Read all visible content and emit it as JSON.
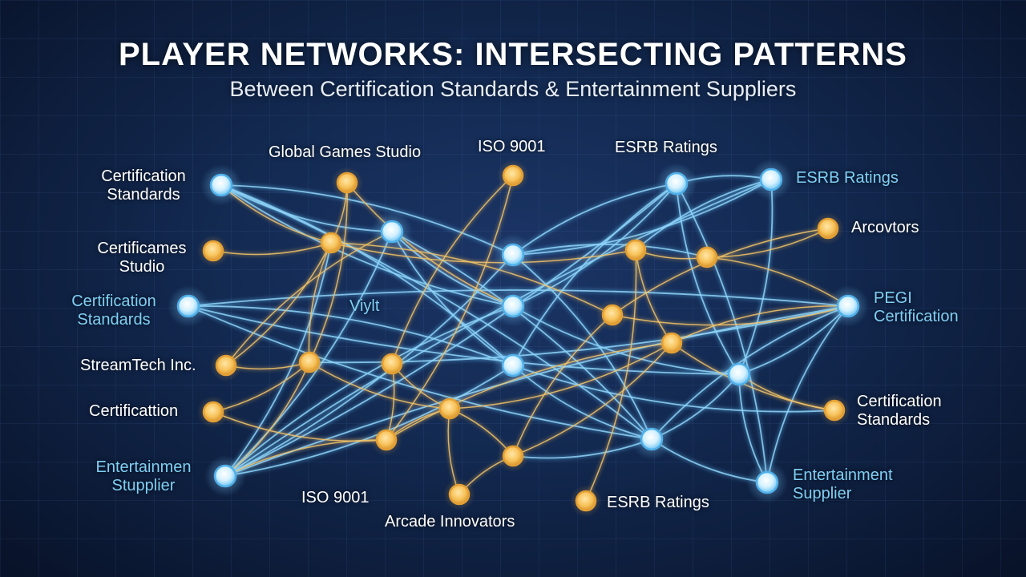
{
  "header": {
    "title": "PLAYER NETWORKS: INTERSECTING PATTERNS",
    "subtitle": "Between Certification Standards & Entertainment Suppliers"
  },
  "colors": {
    "background": "#10234a",
    "blue_node": "#bfe9ff",
    "blue_link": "#5fb8ef",
    "orange_node": "#f7c25a",
    "orange_link": "#e8b457",
    "white_text": "#ffffff",
    "blue_text": "#7fd0f5"
  },
  "labels": [
    {
      "id": "cert-standards-top",
      "text": "Certification\nStandards",
      "color": "white"
    },
    {
      "id": "global-games-studio",
      "text": "Global Games Studio",
      "color": "white"
    },
    {
      "id": "iso-9001-top",
      "text": "ISO 9001",
      "color": "white"
    },
    {
      "id": "esrb-ratings-top",
      "text": "ESRB Ratings",
      "color": "white"
    },
    {
      "id": "esrb-ratings-right",
      "text": "ESRB Ratings",
      "color": "blue"
    },
    {
      "id": "certificames-studio",
      "text": "Certificames\nStudio",
      "color": "white"
    },
    {
      "id": "arcovtors",
      "text": "Arcovtors",
      "color": "white"
    },
    {
      "id": "cert-standards-left-blue",
      "text": "Certification\nStandards",
      "color": "blue"
    },
    {
      "id": "viylt",
      "text": "Viylt",
      "color": "blue"
    },
    {
      "id": "pegi-certification",
      "text": "PEGI\nCertification",
      "color": "blue"
    },
    {
      "id": "streamtech-inc",
      "text": "StreamTech Inc.",
      "color": "white"
    },
    {
      "id": "certificattion",
      "text": "Certificattion",
      "color": "white"
    },
    {
      "id": "cert-standards-right",
      "text": "Certification\nStandards",
      "color": "white"
    },
    {
      "id": "entertainmen-stupplier",
      "text": "Entertainmen\nStupplier",
      "color": "blue"
    },
    {
      "id": "entertainment-supplier-right",
      "text": "Entertainment\nSupplier",
      "color": "blue"
    },
    {
      "id": "iso-9001-bottom",
      "text": "ISO 9001",
      "color": "white"
    },
    {
      "id": "esrb-ratings-bottom",
      "text": "ESRB Ratings",
      "color": "white"
    },
    {
      "id": "arcade-innovators",
      "text": "Arcade Innovators",
      "color": "white"
    }
  ],
  "nodes": [
    {
      "id": "b-cert-top",
      "kind": "blue"
    },
    {
      "id": "b-cert-left",
      "kind": "blue"
    },
    {
      "id": "b-ent-left",
      "kind": "blue"
    },
    {
      "id": "b-hub-1",
      "kind": "blue"
    },
    {
      "id": "b-hub-2",
      "kind": "blue"
    },
    {
      "id": "b-hub-3",
      "kind": "blue"
    },
    {
      "id": "b-hub-4",
      "kind": "blue"
    },
    {
      "id": "b-esrb-a",
      "kind": "blue"
    },
    {
      "id": "b-esrb-b",
      "kind": "blue"
    },
    {
      "id": "b-pegi",
      "kind": "blue"
    },
    {
      "id": "b-hub-5",
      "kind": "blue"
    },
    {
      "id": "b-hub-6",
      "kind": "blue"
    },
    {
      "id": "b-ent-right",
      "kind": "blue"
    },
    {
      "id": "o-global-games",
      "kind": "orange"
    },
    {
      "id": "o-iso-top",
      "kind": "orange"
    },
    {
      "id": "o-certificames",
      "kind": "orange"
    },
    {
      "id": "o-mid-1",
      "kind": "orange"
    },
    {
      "id": "o-streamtech",
      "kind": "orange"
    },
    {
      "id": "o-mid-2",
      "kind": "orange"
    },
    {
      "id": "o-mid-3",
      "kind": "orange"
    },
    {
      "id": "o-certificattion",
      "kind": "orange"
    },
    {
      "id": "o-mid-4",
      "kind": "orange"
    },
    {
      "id": "o-iso-bottom",
      "kind": "orange"
    },
    {
      "id": "o-mid-5",
      "kind": "orange"
    },
    {
      "id": "o-arcade",
      "kind": "orange"
    },
    {
      "id": "o-mid-6",
      "kind": "orange"
    },
    {
      "id": "o-mid-7",
      "kind": "orange"
    },
    {
      "id": "o-mid-8",
      "kind": "orange"
    },
    {
      "id": "o-mid-9",
      "kind": "orange"
    },
    {
      "id": "o-arcovtors",
      "kind": "orange"
    },
    {
      "id": "o-cert-right",
      "kind": "orange"
    },
    {
      "id": "o-esrb-bottom",
      "kind": "orange"
    }
  ],
  "links": [
    {
      "from": "b-cert-top",
      "to": "b-hub-1",
      "kind": "blue"
    },
    {
      "from": "b-cert-top",
      "to": "b-hub-2",
      "kind": "blue"
    },
    {
      "from": "b-cert-top",
      "to": "b-hub-3",
      "kind": "blue"
    },
    {
      "from": "b-cert-top",
      "to": "b-hub-5",
      "kind": "blue"
    },
    {
      "from": "b-cert-top",
      "to": "o-mid-1",
      "kind": "orange"
    },
    {
      "from": "b-cert-top",
      "to": "b-hub-4",
      "kind": "blue"
    },
    {
      "from": "b-hub-1",
      "to": "b-hub-3",
      "kind": "blue"
    },
    {
      "from": "b-hub-1",
      "to": "b-hub-5",
      "kind": "blue"
    },
    {
      "from": "b-hub-1",
      "to": "b-hub-4",
      "kind": "blue"
    },
    {
      "from": "b-hub-1",
      "to": "b-ent-left",
      "kind": "blue"
    },
    {
      "from": "b-cert-left",
      "to": "b-hub-5",
      "kind": "blue"
    },
    {
      "from": "b-cert-left",
      "to": "b-hub-4",
      "kind": "blue"
    },
    {
      "from": "b-cert-left",
      "to": "b-hub-6",
      "kind": "blue"
    },
    {
      "from": "b-cert-left",
      "to": "b-pegi",
      "kind": "blue"
    },
    {
      "from": "b-ent-left",
      "to": "b-esrb-a",
      "kind": "blue"
    },
    {
      "from": "b-ent-left",
      "to": "b-esrb-b",
      "kind": "blue"
    },
    {
      "from": "b-ent-left",
      "to": "b-hub-2",
      "kind": "blue"
    },
    {
      "from": "b-ent-left",
      "to": "b-hub-3",
      "kind": "blue"
    },
    {
      "from": "b-ent-left",
      "to": "b-hub-4",
      "kind": "blue"
    },
    {
      "from": "b-ent-left",
      "to": "b-pegi",
      "kind": "blue"
    },
    {
      "from": "b-ent-left",
      "to": "o-mid-1",
      "kind": "blue"
    },
    {
      "from": "b-esrb-a",
      "to": "b-esrb-b",
      "kind": "blue"
    },
    {
      "from": "b-esrb-a",
      "to": "b-hub-6",
      "kind": "blue"
    },
    {
      "from": "b-esrb-a",
      "to": "b-ent-right",
      "kind": "blue"
    },
    {
      "from": "b-esrb-a",
      "to": "b-hub-2",
      "kind": "blue"
    },
    {
      "from": "b-esrb-a",
      "to": "b-hub-3",
      "kind": "blue"
    },
    {
      "from": "b-esrb-a",
      "to": "b-hub-4",
      "kind": "blue"
    },
    {
      "from": "b-esrb-b",
      "to": "b-hub-6",
      "kind": "blue"
    },
    {
      "from": "b-esrb-b",
      "to": "o-mid-8",
      "kind": "blue"
    },
    {
      "from": "b-esrb-b",
      "to": "b-hub-2",
      "kind": "blue"
    },
    {
      "from": "b-pegi",
      "to": "b-hub-5",
      "kind": "blue"
    },
    {
      "from": "b-pegi",
      "to": "b-hub-6",
      "kind": "blue"
    },
    {
      "from": "b-pegi",
      "to": "b-ent-right",
      "kind": "blue"
    },
    {
      "from": "b-pegi",
      "to": "o-mid-2",
      "kind": "blue"
    },
    {
      "from": "b-hub-6",
      "to": "b-ent-right",
      "kind": "blue"
    },
    {
      "from": "b-hub-6",
      "to": "b-hub-5",
      "kind": "blue"
    },
    {
      "from": "b-hub-5",
      "to": "b-ent-right",
      "kind": "blue"
    },
    {
      "from": "b-hub-5",
      "to": "o-mid-5",
      "kind": "blue"
    },
    {
      "from": "b-hub-3",
      "to": "b-hub-6",
      "kind": "blue"
    },
    {
      "from": "b-hub-2",
      "to": "b-hub-5",
      "kind": "blue"
    },
    {
      "from": "b-hub-4",
      "to": "b-hub-5",
      "kind": "blue"
    },
    {
      "from": "b-hub-2",
      "to": "o-mid-9",
      "kind": "blue"
    },
    {
      "from": "b-hub-4",
      "to": "o-cert-right",
      "kind": "blue"
    },
    {
      "from": "o-global-games",
      "to": "o-mid-1",
      "kind": "orange"
    },
    {
      "from": "o-global-games",
      "to": "b-hub-3",
      "kind": "orange"
    },
    {
      "from": "o-global-games",
      "to": "o-mid-2",
      "kind": "orange"
    },
    {
      "from": "o-iso-top",
      "to": "o-mid-3",
      "kind": "orange"
    },
    {
      "from": "o-iso-top",
      "to": "o-iso-bottom",
      "kind": "orange"
    },
    {
      "from": "o-certificames",
      "to": "o-mid-1",
      "kind": "orange"
    },
    {
      "from": "o-mid-1",
      "to": "o-streamtech",
      "kind": "orange"
    },
    {
      "from": "o-mid-1",
      "to": "o-mid-2",
      "kind": "orange"
    },
    {
      "from": "o-mid-1",
      "to": "o-mid-6",
      "kind": "orange"
    },
    {
      "from": "o-mid-1",
      "to": "o-mid-8",
      "kind": "orange"
    },
    {
      "from": "o-streamtech",
      "to": "b-hub-1",
      "kind": "orange"
    },
    {
      "from": "o-streamtech",
      "to": "o-mid-2",
      "kind": "orange"
    },
    {
      "from": "o-mid-2",
      "to": "o-certificattion",
      "kind": "orange"
    },
    {
      "from": "o-mid-2",
      "to": "o-mid-4",
      "kind": "orange"
    },
    {
      "from": "o-mid-2",
      "to": "b-ent-left",
      "kind": "orange"
    },
    {
      "from": "o-mid-3",
      "to": "o-mid-4",
      "kind": "orange"
    },
    {
      "from": "o-mid-3",
      "to": "o-iso-bottom",
      "kind": "orange"
    },
    {
      "from": "o-certificattion",
      "to": "o-iso-bottom",
      "kind": "orange"
    },
    {
      "from": "o-iso-bottom",
      "to": "o-mid-7",
      "kind": "orange"
    },
    {
      "from": "o-iso-bottom",
      "to": "b-ent-left",
      "kind": "orange"
    },
    {
      "from": "o-iso-bottom",
      "to": "o-mid-4",
      "kind": "orange"
    },
    {
      "from": "o-mid-4",
      "to": "o-arcade",
      "kind": "orange"
    },
    {
      "from": "o-mid-4",
      "to": "o-mid-5",
      "kind": "orange"
    },
    {
      "from": "o-mid-4",
      "to": "o-mid-7",
      "kind": "orange"
    },
    {
      "from": "o-arcade",
      "to": "o-mid-5",
      "kind": "orange"
    },
    {
      "from": "o-mid-5",
      "to": "o-mid-7",
      "kind": "orange"
    },
    {
      "from": "o-mid-5",
      "to": "o-mid-6",
      "kind": "orange"
    },
    {
      "from": "o-mid-6",
      "to": "b-pegi",
      "kind": "orange"
    },
    {
      "from": "o-mid-7",
      "to": "b-pegi",
      "kind": "orange"
    },
    {
      "from": "o-mid-7",
      "to": "o-cert-right",
      "kind": "orange"
    },
    {
      "from": "o-mid-7",
      "to": "o-mid-8",
      "kind": "orange"
    },
    {
      "from": "o-mid-8",
      "to": "o-mid-9",
      "kind": "orange"
    },
    {
      "from": "o-mid-8",
      "to": "o-esrb-bottom",
      "kind": "orange"
    },
    {
      "from": "o-mid-9",
      "to": "o-arcovtors",
      "kind": "orange"
    },
    {
      "from": "o-mid-9",
      "to": "b-pegi",
      "kind": "orange"
    },
    {
      "from": "o-arcovtors",
      "to": "o-mid-6",
      "kind": "orange"
    },
    {
      "from": "o-cert-right",
      "to": "b-hub-6",
      "kind": "orange"
    }
  ]
}
